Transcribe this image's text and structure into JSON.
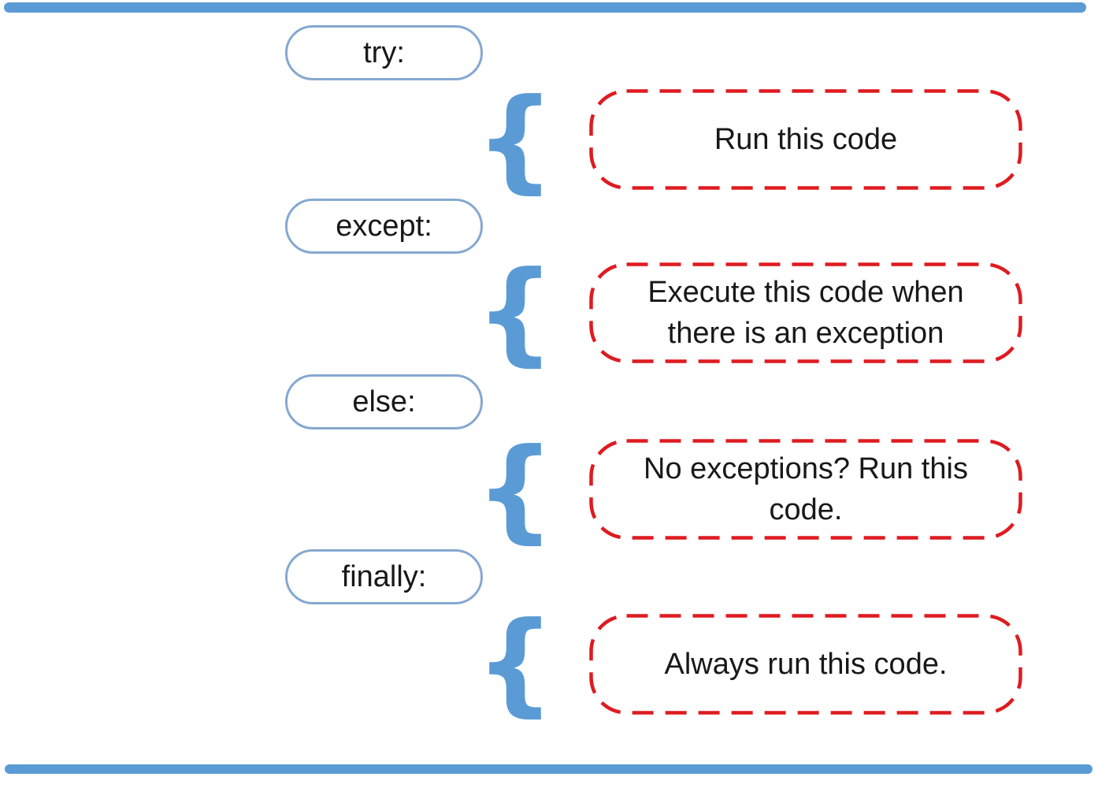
{
  "diagram": {
    "title_semantic": "python-try-except-else-finally-flow",
    "brace_glyph": "{",
    "colors": {
      "divider_blue": "#5B9BD5",
      "pill_border_blue": "#85A8CF",
      "brace_blue": "#5B9BD5",
      "dashed_box_red": "#DE1B20",
      "text": "#181818",
      "background": "#FFFFFF"
    },
    "rows": [
      {
        "keyword": "try:",
        "description": "Run this code"
      },
      {
        "keyword": "except:",
        "description": "Execute this code when\nthere is an exception"
      },
      {
        "keyword": "else:",
        "description": "No exceptions? Run this\ncode."
      },
      {
        "keyword": "finally:",
        "description": "Always run this code."
      }
    ]
  }
}
